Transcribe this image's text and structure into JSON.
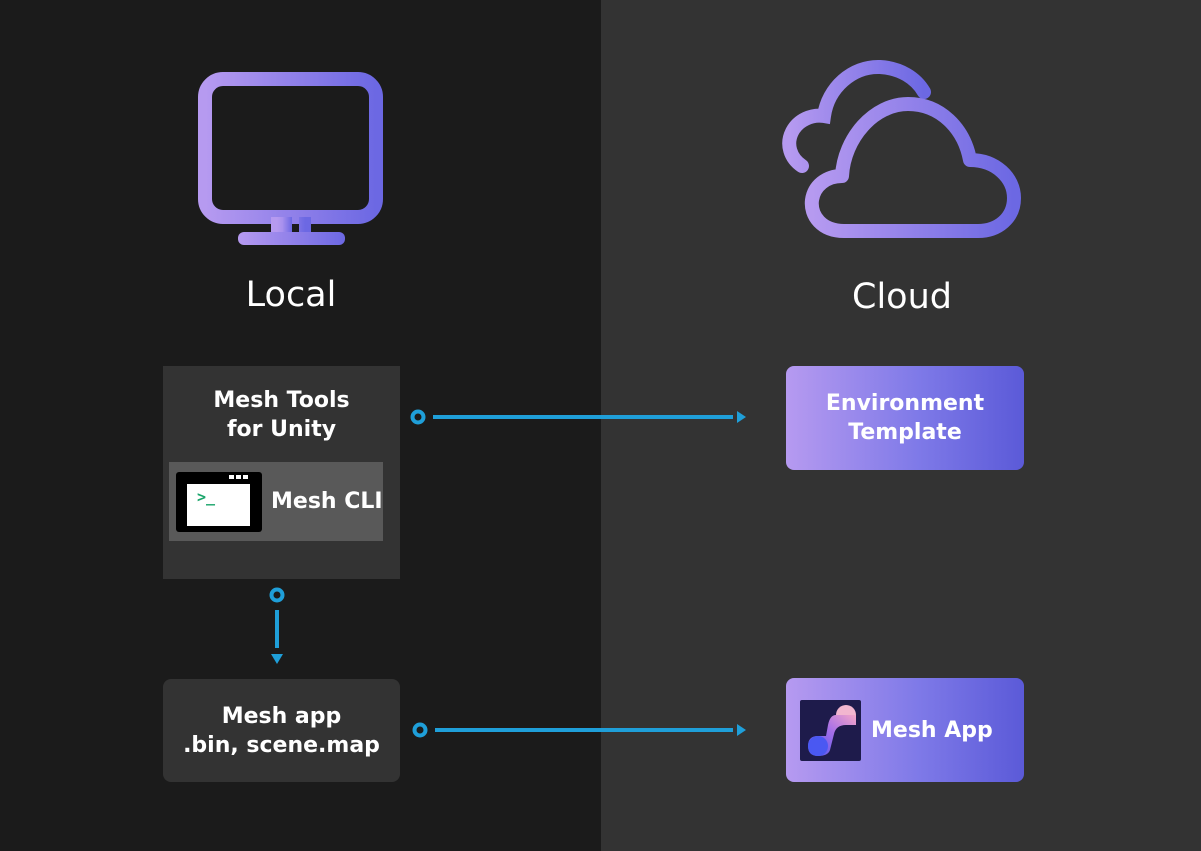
{
  "local": {
    "label": "Local"
  },
  "cloud": {
    "label": "Cloud"
  },
  "tools_box": {
    "line1": "Mesh Tools",
    "line2": "for Unity"
  },
  "cli": {
    "label": "Mesh CLI",
    "prompt": ">_"
  },
  "app_box": {
    "line1": "Mesh app",
    "line2": ".bin, scene.map"
  },
  "env_box": {
    "line1": "Environment",
    "line2": "Template"
  },
  "mesh_app": {
    "label": "Mesh App"
  },
  "icons": {
    "local": "monitor-icon",
    "cloud": "cloud-icon",
    "cli": "terminal-icon",
    "app": "mesh-logo-icon"
  },
  "colors": {
    "left_bg": "#1b1b1b",
    "right_bg": "#333333",
    "accent_purple": "#7f7ae8",
    "connector_blue": "#1f9fd9"
  }
}
